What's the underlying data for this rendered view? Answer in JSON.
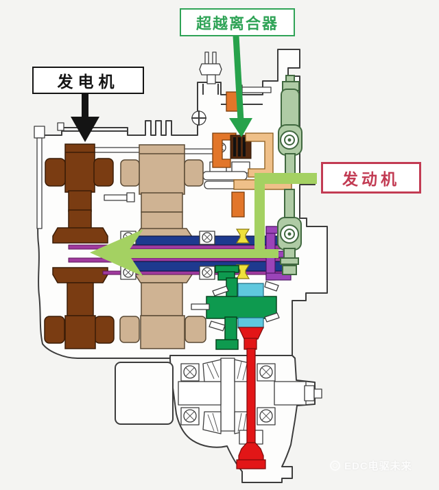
{
  "labels": {
    "overrunning_clutch": "超越离合器",
    "generator": "发电机",
    "engine": "发动机"
  },
  "watermark": {
    "text": "EDC电驱未来",
    "logo_icon": "edc-ring-logo"
  },
  "diagram": {
    "type": "hybrid-transaxle-cross-section",
    "components": [
      {
        "name": "generator-rotor",
        "color_key": "rotor_brown"
      },
      {
        "name": "traction-motor",
        "color_key": "stator_tan"
      },
      {
        "name": "overrunning-clutch",
        "color_key": "clutch_orange"
      },
      {
        "name": "clutch-drum",
        "color_key": "drum_peach"
      },
      {
        "name": "chain-drive",
        "color_key": "chain_green_fill"
      },
      {
        "name": "motor-shaft-sleeves",
        "color_key": "shaft_navy"
      },
      {
        "name": "inner-shaft-lines",
        "color_key": "shaft_magenta"
      },
      {
        "name": "hub-bracket",
        "color_key": "part_purple"
      },
      {
        "name": "synchronizer-pieces",
        "color_key": "sync_yellow"
      },
      {
        "name": "output-gear-carrier",
        "color_key": "gear_green"
      },
      {
        "name": "output-gear-rings",
        "color_key": "gear_cyan"
      },
      {
        "name": "final-drive-shaft",
        "color_key": "shaft_red"
      }
    ],
    "arrows": [
      {
        "name": "engine-power-flow-arrow",
        "color_key": "flow_green",
        "direction": "right-to-left"
      },
      {
        "name": "clutch-pointer-arrow",
        "color_key": "arrow_green",
        "direction": "down"
      },
      {
        "name": "generator-pointer-arrow",
        "color_key": "arrow_black",
        "direction": "down"
      }
    ]
  },
  "colors": {
    "page_bg": "#f4f4f2",
    "housing_fill": "#fdfdfc",
    "outline_dark": "#3c3c3c",
    "label_green": "#2fa356",
    "label_black": "#141414",
    "label_red": "#c23b53",
    "flow_green": "#a4d162",
    "arrow_green": "#27a24b",
    "arrow_black": "#141414",
    "rotor_brown": "#7a3c12",
    "stator_tan": "#cfb393",
    "clutch_orange": "#e2762a",
    "clutch_brown": "#53290f",
    "drum_peach": "#efc089",
    "chain_green_fill": "#afcba5",
    "chain_green_stroke": "#40683f",
    "shaft_navy": "#1e3a8f",
    "shaft_magenta": "#a03a9e",
    "part_purple": "#9b44b8",
    "sync_yellow": "#efe23b",
    "gear_green": "#0e9a4f",
    "gear_cyan": "#5fc8de",
    "shaft_red": "#e21617",
    "watermark_white": "#ffffff"
  }
}
